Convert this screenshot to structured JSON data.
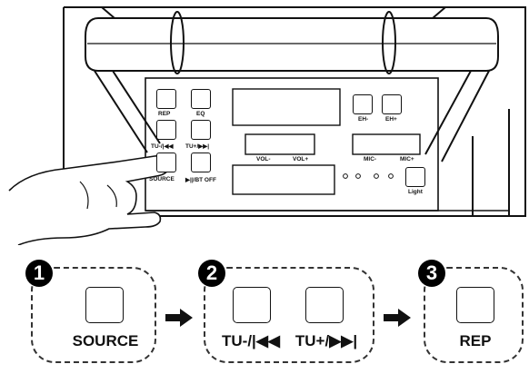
{
  "panel": {
    "buttons": {
      "rep": "REP",
      "eq": "EQ",
      "tu_minus": "TU-/|◀◀",
      "tu_plus": "TU+/▶▶|",
      "source": "SOURCE",
      "play_bt": "▶||/BT OFF",
      "eh_minus": "EH-",
      "eh_plus": "EH+",
      "light": "Light"
    },
    "labels": {
      "vol_minus": "VOL-",
      "vol_plus": "VOL+",
      "mic_minus": "MIC-",
      "mic_plus": "MIC+"
    }
  },
  "sequence": {
    "steps": [
      {
        "number": "1",
        "buttons": [
          "SOURCE"
        ]
      },
      {
        "number": "2",
        "buttons": [
          "TU-/|◀◀",
          "TU+/▶▶|"
        ]
      },
      {
        "number": "3",
        "buttons": [
          "REP"
        ]
      }
    ],
    "colors": {
      "ink": "#111111",
      "dash": "#333333"
    }
  }
}
